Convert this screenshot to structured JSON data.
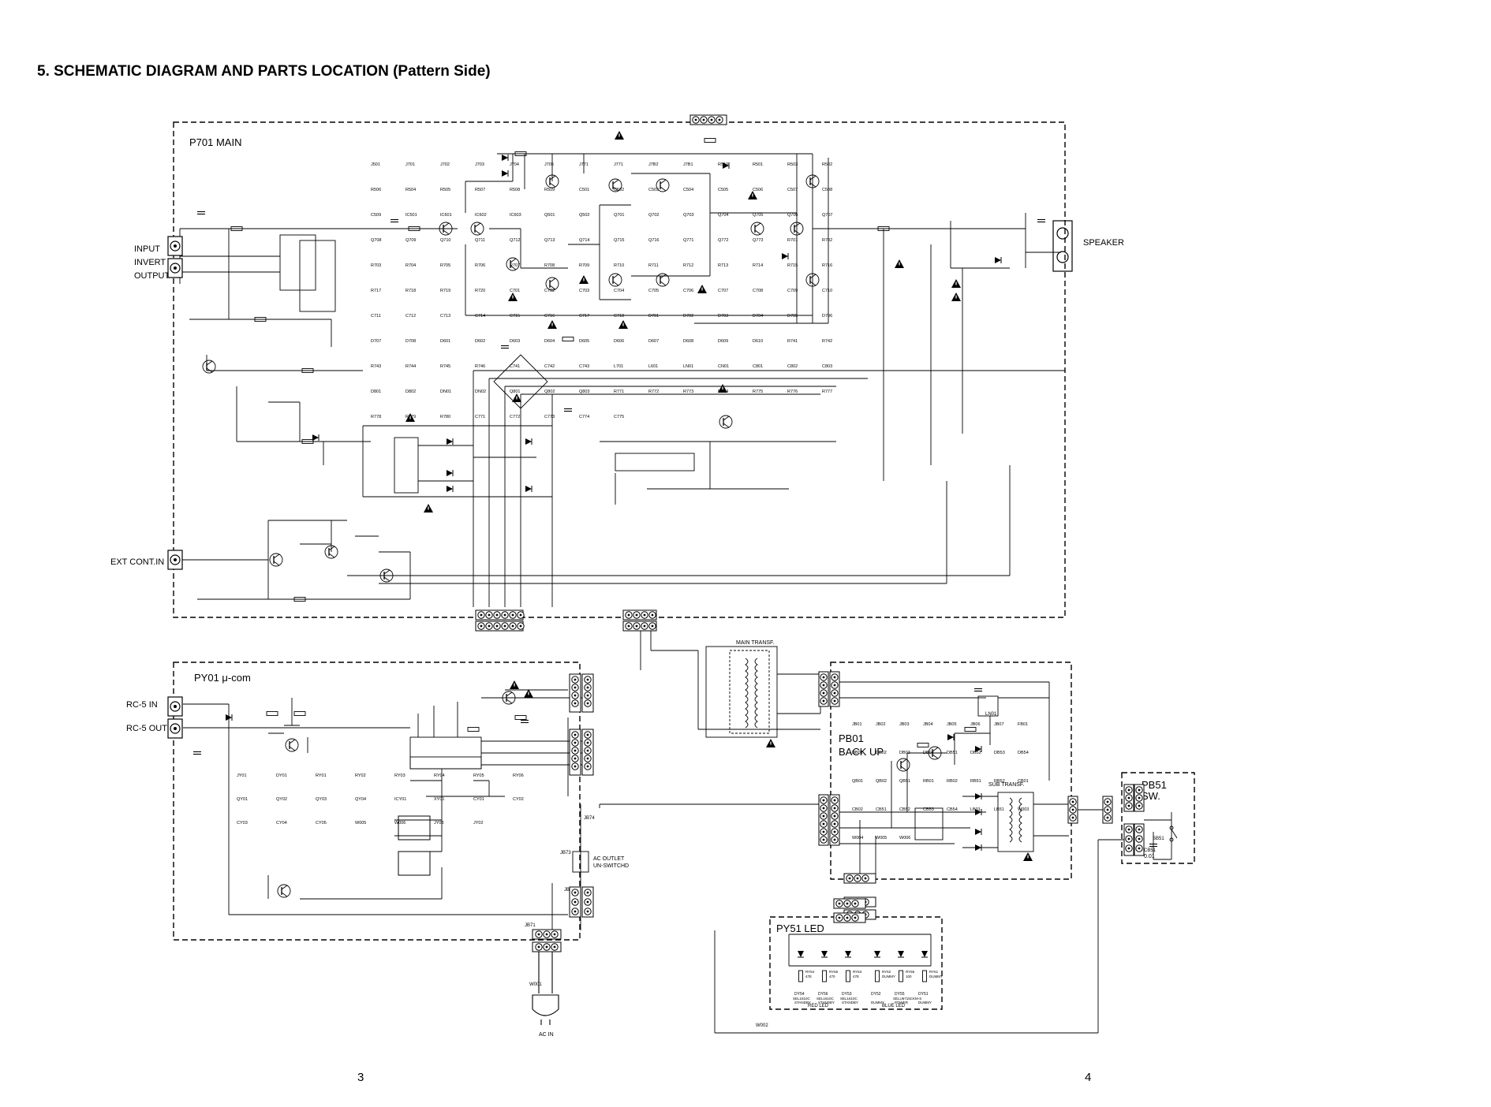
{
  "header": {
    "title": "5. SCHEMATIC DIAGRAM AND PARTS LOCATION (Pattern Side)"
  },
  "page_numbers": {
    "left": "3",
    "right": "4"
  },
  "boards": {
    "main": "P701 MAIN",
    "ucom": "PY01 μ-com",
    "backup": [
      "PB01",
      "BACK UP"
    ],
    "led": "PY51 LED",
    "sw": [
      "PB51",
      "SW."
    ]
  },
  "io_labels": {
    "input": "INPUT",
    "invert": "INVERT",
    "output": "OUTPUT",
    "ext_cont": "EXT CONT.IN",
    "speaker": "SPEAKER",
    "rc5_in": "RC-5 IN",
    "rc5_out": "RC-5 OUT",
    "ac_in": "AC IN",
    "ac_outlet": [
      "AC OUTLET",
      "UN-SWITCHD"
    ],
    "main_transf": "MAIN TRANSF.",
    "sub_transf": "SUB TRANSF.",
    "red_led": "RED LED",
    "blue_led": "BLUE LED"
  },
  "main_parts": [
    "J501",
    "J701",
    "J702",
    "J703",
    "J704",
    "J705",
    "J771",
    "J771",
    "J7B2",
    "J7B1",
    "R510",
    "R501",
    "R503",
    "R502",
    "R506",
    "R504",
    "R505",
    "R507",
    "R508",
    "R509",
    "C501",
    "C502",
    "C503",
    "C504",
    "C505",
    "C506",
    "C507",
    "C508",
    "C509",
    "IC501",
    "IC601",
    "IC602",
    "IC603",
    "Q501",
    "Q502",
    "Q701",
    "Q702",
    "Q703",
    "Q704",
    "Q705",
    "Q706",
    "Q707",
    "Q708",
    "Q709",
    "Q710",
    "Q711",
    "Q712",
    "Q713",
    "Q714",
    "Q715",
    "Q716",
    "Q771",
    "Q772",
    "Q773",
    "R701",
    "R702",
    "R703",
    "R704",
    "R705",
    "R706",
    "R707",
    "R708",
    "R709",
    "R710",
    "R711",
    "R712",
    "R713",
    "R714",
    "R715",
    "R716",
    "R717",
    "R718",
    "R719",
    "R720",
    "C701",
    "C702",
    "C703",
    "C704",
    "C705",
    "C706",
    "C707",
    "C708",
    "C709",
    "C710",
    "C711",
    "C712",
    "C713",
    "C714",
    "C715",
    "C716",
    "C717",
    "C718",
    "D701",
    "D702",
    "D703",
    "D704",
    "D705",
    "D706",
    "D707",
    "D708",
    "D601",
    "D602",
    "D603",
    "D604",
    "D605",
    "D606",
    "D607",
    "D608",
    "D609",
    "D610",
    "R741",
    "R742",
    "R743",
    "R744",
    "R745",
    "R746",
    "C741",
    "C742",
    "C743",
    "L701",
    "L601",
    "LN01",
    "CN01",
    "C801",
    "C802",
    "C803",
    "D801",
    "D802",
    "DN01",
    "DN02",
    "Q801",
    "Q802",
    "Q803",
    "R771",
    "R772",
    "R773",
    "R774",
    "R775",
    "R776",
    "R777",
    "R778",
    "R779",
    "R780",
    "C771",
    "C772",
    "C773",
    "C774",
    "C775"
  ],
  "ucom_parts": [
    "JY01",
    "DY01",
    "RY01",
    "RY02",
    "RY03",
    "RY04",
    "RY05",
    "RY06",
    "QY01",
    "QY02",
    "QY03",
    "QY04",
    "ICY01",
    "XY01",
    "CY01",
    "CY02",
    "CY03",
    "CY04",
    "CY05",
    "W005",
    "W006",
    "JY03",
    "JY02"
  ],
  "backup_parts": [
    "JB01",
    "JB02",
    "JB03",
    "JB04",
    "JB05",
    "JB06",
    "JB07",
    "FB01",
    "DB01",
    "DB02",
    "DB03",
    "DB04",
    "DB51",
    "DB52",
    "DB53",
    "DB54",
    "QB01",
    "QB02",
    "QB51",
    "RB01",
    "RB02",
    "RB51",
    "RB52",
    "CB01",
    "CB02",
    "CB51",
    "CB52",
    "CB53",
    "CB54",
    "LB01",
    "LB51",
    "W003",
    "W004",
    "W005",
    "W006"
  ],
  "led_parts": [
    "DY54",
    "DY56",
    "DY53",
    "DY52",
    "DY55",
    "DY51",
    "RY54",
    "RY56",
    "RY53",
    "RY52",
    "RY55",
    "RY51"
  ],
  "led_desc": [
    [
      "SEL1610C",
      "STANDBY"
    ],
    [
      "SEL1610C",
      "STANDBY"
    ],
    [
      "SEL1610C",
      "STANDBY"
    ],
    [
      "",
      "DUMMY"
    ],
    [
      "SELU6715CKM-S",
      "POWER"
    ],
    [
      "",
      "DUMMY"
    ]
  ],
  "led_values": [
    "47E",
    "470",
    "47E",
    "DUMMY",
    "100",
    "DUMMY"
  ],
  "misc": {
    "w002": "W002",
    "w001": "W001",
    "ln01": "LN01",
    "sb51": "SB51",
    "cb51": "CB51",
    "cb51_val": "0.01",
    "jb71": "JB71",
    "jb72": "JB72",
    "jb73": "JB73",
    "jb74": "JB74"
  }
}
